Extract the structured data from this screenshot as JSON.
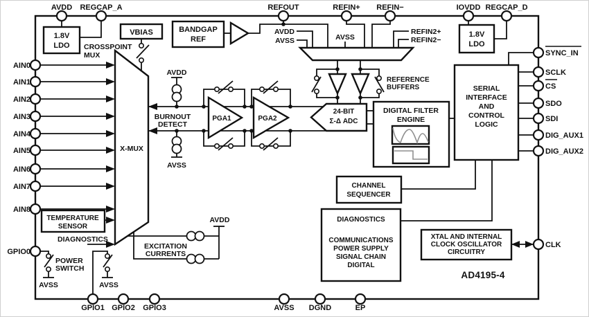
{
  "title": {
    "part_number": "AD4195-4"
  },
  "colors": {
    "background": "#ffffff",
    "line": "#111111",
    "graph_trace": "#8f8f8f",
    "image_border": "#cfcfcf"
  },
  "pins": {
    "top": [
      {
        "label": "AVDD"
      },
      {
        "label": "REGCAP_A"
      },
      {
        "label": "REFOUT"
      },
      {
        "label": "REFIN+"
      },
      {
        "label": "REFIN−"
      },
      {
        "label": "IOVDD"
      },
      {
        "label": "REGCAP_D"
      }
    ],
    "left": [
      {
        "label": "AIN0"
      },
      {
        "label": "AIN1"
      },
      {
        "label": "AIN2"
      },
      {
        "label": "AIN3"
      },
      {
        "label": "AIN4"
      },
      {
        "label": "AIN5"
      },
      {
        "label": "AIN6"
      },
      {
        "label": "AIN7"
      },
      {
        "label": "AIN8"
      },
      {
        "label": "GPIO0"
      }
    ],
    "right": [
      {
        "label": "SYNC_IN",
        "overline": true
      },
      {
        "label": "SCLK"
      },
      {
        "label": "CS",
        "overline": true
      },
      {
        "label": "SDO"
      },
      {
        "label": "SDI"
      },
      {
        "label": "DIG_AUX1"
      },
      {
        "label": "DIG_AUX2"
      },
      {
        "label": "CLK"
      }
    ],
    "bottom": [
      {
        "label": "GPIO1"
      },
      {
        "label": "GPIO2"
      },
      {
        "label": "GPIO3"
      },
      {
        "label": "AVSS"
      },
      {
        "label": "DGND"
      },
      {
        "label": "EP"
      }
    ]
  },
  "blocks": {
    "ldo_a": {
      "line1": "1.8V",
      "line2": "LDO"
    },
    "ldo_d": {
      "line1": "1.8V",
      "line2": "LDO"
    },
    "vbias": {
      "label": "VBIAS"
    },
    "bandgap": {
      "line1": "BANDGAP",
      "line2": "REF"
    },
    "crosspoint_mux": {
      "line1": "CROSSPOINT",
      "line2": "MUX"
    },
    "xmux": {
      "label": "X-MUX"
    },
    "burnout": {
      "line1": "BURNOUT",
      "line2": "DETECT"
    },
    "pga1": {
      "label": "PGA1"
    },
    "pga2": {
      "label": "PGA2"
    },
    "adc": {
      "line1": "24-BIT",
      "line2": "Σ-Δ ADC"
    },
    "reference_buffers": {
      "line1": "REFERENCE",
      "line2": "BUFFERS"
    },
    "digital_filter": {
      "line1": "DIGITAL FILTER",
      "line2": "ENGINE"
    },
    "serial_interface": {
      "lines": [
        "SERIAL",
        "INTERFACE",
        "AND",
        "CONTROL",
        "LOGIC"
      ]
    },
    "channel_sequencer": {
      "line1": "CHANNEL",
      "line2": "SEQUENCER"
    },
    "diagnostics_box": {
      "title": "DIAGNOSTICS",
      "lines": [
        "COMMUNICATIONS",
        "POWER SUPPLY",
        "SIGNAL CHAIN",
        "DIGITAL"
      ]
    },
    "xtal": {
      "lines": [
        "XTAL AND INTERNAL",
        "CLOCK OSCILLATOR",
        "CIRCUITRY"
      ]
    },
    "temperature_sensor": {
      "line1": "TEMPERATURE",
      "line2": "SENSOR"
    },
    "excitation": {
      "line1": "EXCITATION",
      "line2": "CURRENTS"
    },
    "power_switch": {
      "line1": "POWER",
      "line2": "SWITCH"
    },
    "diagnostics_label": {
      "label": "DIAGNOSTICS"
    }
  },
  "net_labels": {
    "refmux_avdd": "AVDD",
    "refmux_avss": "AVSS",
    "refmux_avss_center": "AVSS",
    "refin2_plus": "REFIN2+",
    "refin2_minus": "REFIN2−",
    "burnout_avdd": "AVDD",
    "burnout_avss": "AVSS",
    "excitation_avdd": "AVDD",
    "gpio0_avss": "AVSS",
    "gpio1_avss": "AVSS"
  }
}
